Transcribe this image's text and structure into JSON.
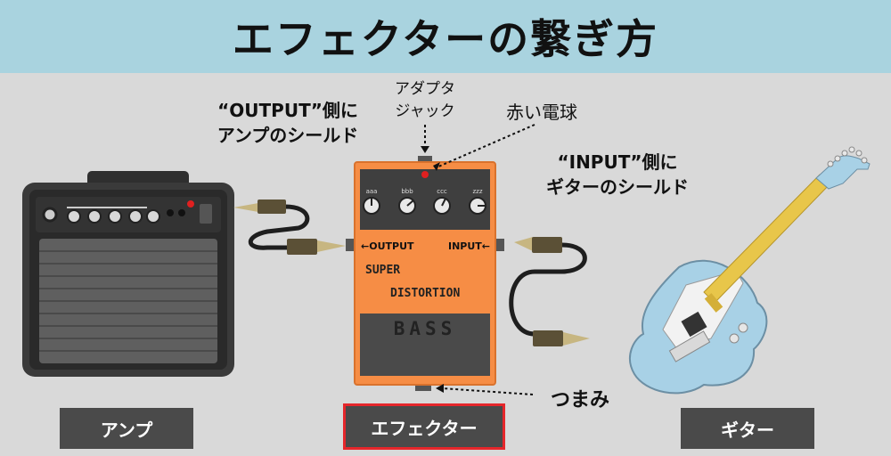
{
  "title": "エフェクターの繋ぎ方",
  "labels": {
    "output_side": [
      "“OUTPUT”側に",
      "アンプのシールド"
    ],
    "adapter_jack": [
      "アダプタ",
      "ジャック"
    ],
    "red_bulb": "赤い電球",
    "input_side": [
      "“INPUT”側に",
      "ギターのシールド"
    ],
    "knob": "つまみ"
  },
  "pedal": {
    "knob_labels": [
      "aaa",
      "bbb",
      "ccc",
      "zzz"
    ],
    "output_label": "←OUTPUT",
    "input_label": "INPUT←",
    "name_line1": "SUPER",
    "name_line2": "DISTORTION",
    "panel_label": "BASS",
    "body_color": "#f68d45",
    "panel_color": "#4a4a4a"
  },
  "captions": {
    "amp": "アンプ",
    "effector": "エフェクター",
    "guitar": "ギター"
  },
  "colors": {
    "header_bg": "#a9d3df",
    "background": "#d9d9d9",
    "caption_bg": "#4a4a4a",
    "highlight": "#e5262b",
    "guitar_body": "#a8d1e6",
    "neck": "#e8c64a"
  }
}
